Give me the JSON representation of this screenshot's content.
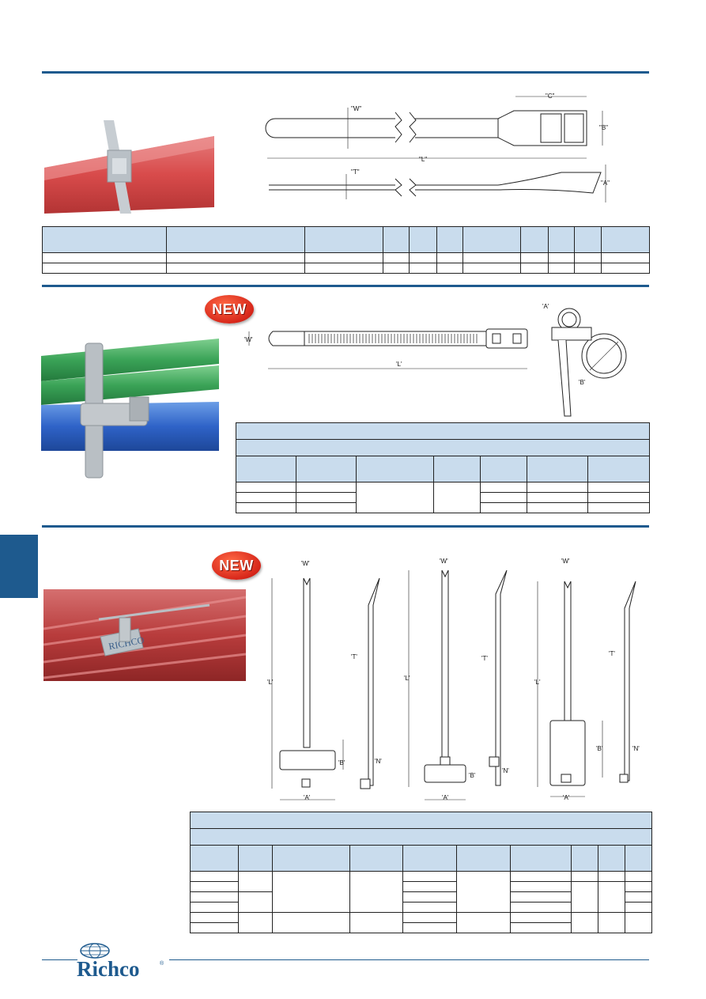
{
  "section1": {
    "dimensions": {
      "w": "\"W\"",
      "c": "\"C\"",
      "b": "\"B\"",
      "l": "\"L\"",
      "t": "\"T\"",
      "a": "\"A\""
    }
  },
  "section2": {
    "badge": "NEW",
    "dimensions": {
      "w": "'W'",
      "l": "'L'",
      "a": "'A'",
      "b": "'B'"
    }
  },
  "section3": {
    "badge": "NEW",
    "photo_text": "RICHCO",
    "dimensions": {
      "w": "'W'",
      "l": "'L'",
      "t": "'T'",
      "b": "'B'",
      "n": "'N'",
      "a": "'A'"
    }
  },
  "footer": {
    "logo_text": "Richco",
    "registered": "®"
  },
  "colors": {
    "rule": "#1e5a8e",
    "table_header": "#c9dced",
    "badge": "#d7261a"
  }
}
